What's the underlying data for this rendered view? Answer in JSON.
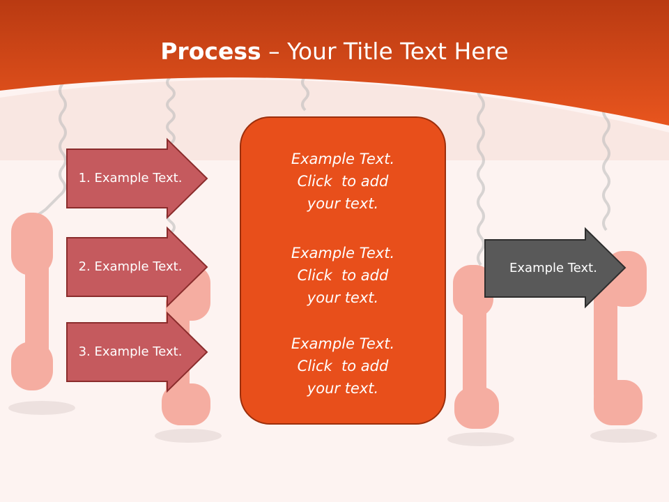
{
  "title": {
    "bold": "Process",
    "rest": " – Your Title Text Here"
  },
  "left_arrows": [
    {
      "label": "1. Example Text."
    },
    {
      "label": "2. Example Text."
    },
    {
      "label": "3. Example Text."
    }
  ],
  "center_box": {
    "paragraphs": [
      [
        "Example Text.",
        "Click  to add",
        "your text."
      ],
      [
        "Example Text.",
        "Click  to add",
        "your text."
      ],
      [
        "Example Text.",
        "Click  to add",
        "your text."
      ]
    ]
  },
  "right_arrow": {
    "label": "Example Text."
  },
  "colors": {
    "header": "#e24e1a",
    "left_arrow_fill": "#c55a5e",
    "center_box": "#e84f1b",
    "right_arrow_fill": "#595959",
    "background": "#fdf3f1"
  },
  "decor": {
    "icon": "hanging-telephone-receiver-icon"
  }
}
